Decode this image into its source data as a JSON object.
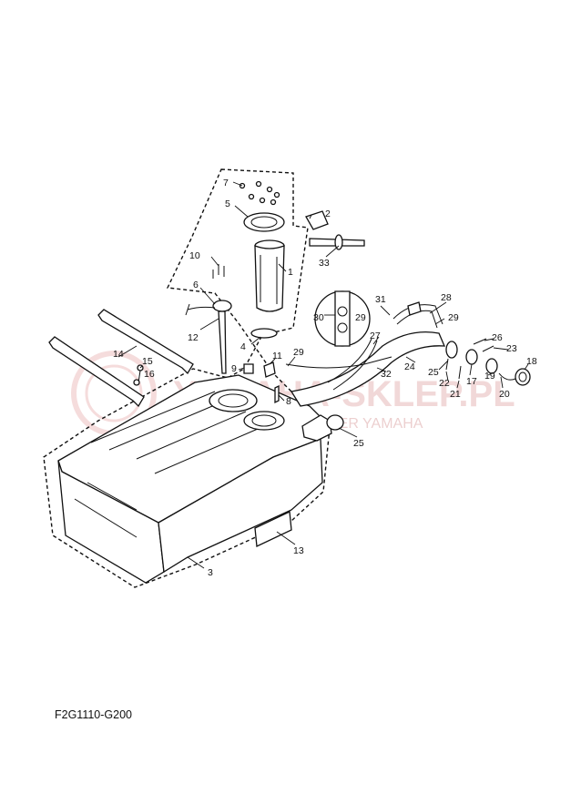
{
  "diagram_code": "F2G1110-G200",
  "watermark": {
    "title": "YAMAHA-SKLEP.PL",
    "subtitle": "AUTORYZOWANY DEALER YAMAHA"
  },
  "colors": {
    "line": "#111111",
    "watermark": "#e7b9b9",
    "background": "#ffffff"
  },
  "callouts": {
    "c1": "1",
    "c2": "2",
    "c3": "3",
    "c4": "4",
    "c5": "5",
    "c6": "6",
    "c7": "7",
    "c8": "8",
    "c9": "9",
    "c10": "10",
    "c11": "11",
    "c12": "12",
    "c13": "13",
    "c14": "14",
    "c15": "15",
    "c16": "16",
    "c17": "17",
    "c18": "18",
    "c19": "19",
    "c20": "20",
    "c21": "21",
    "c22": "22",
    "c23": "23",
    "c24": "24",
    "c25a": "25",
    "c25b": "25",
    "c26": "26",
    "c27": "27",
    "c28": "28",
    "c29a": "29",
    "c29b": "29",
    "c29c": "29",
    "c30": "30",
    "c31": "31",
    "c32": "32",
    "c33": "33"
  }
}
